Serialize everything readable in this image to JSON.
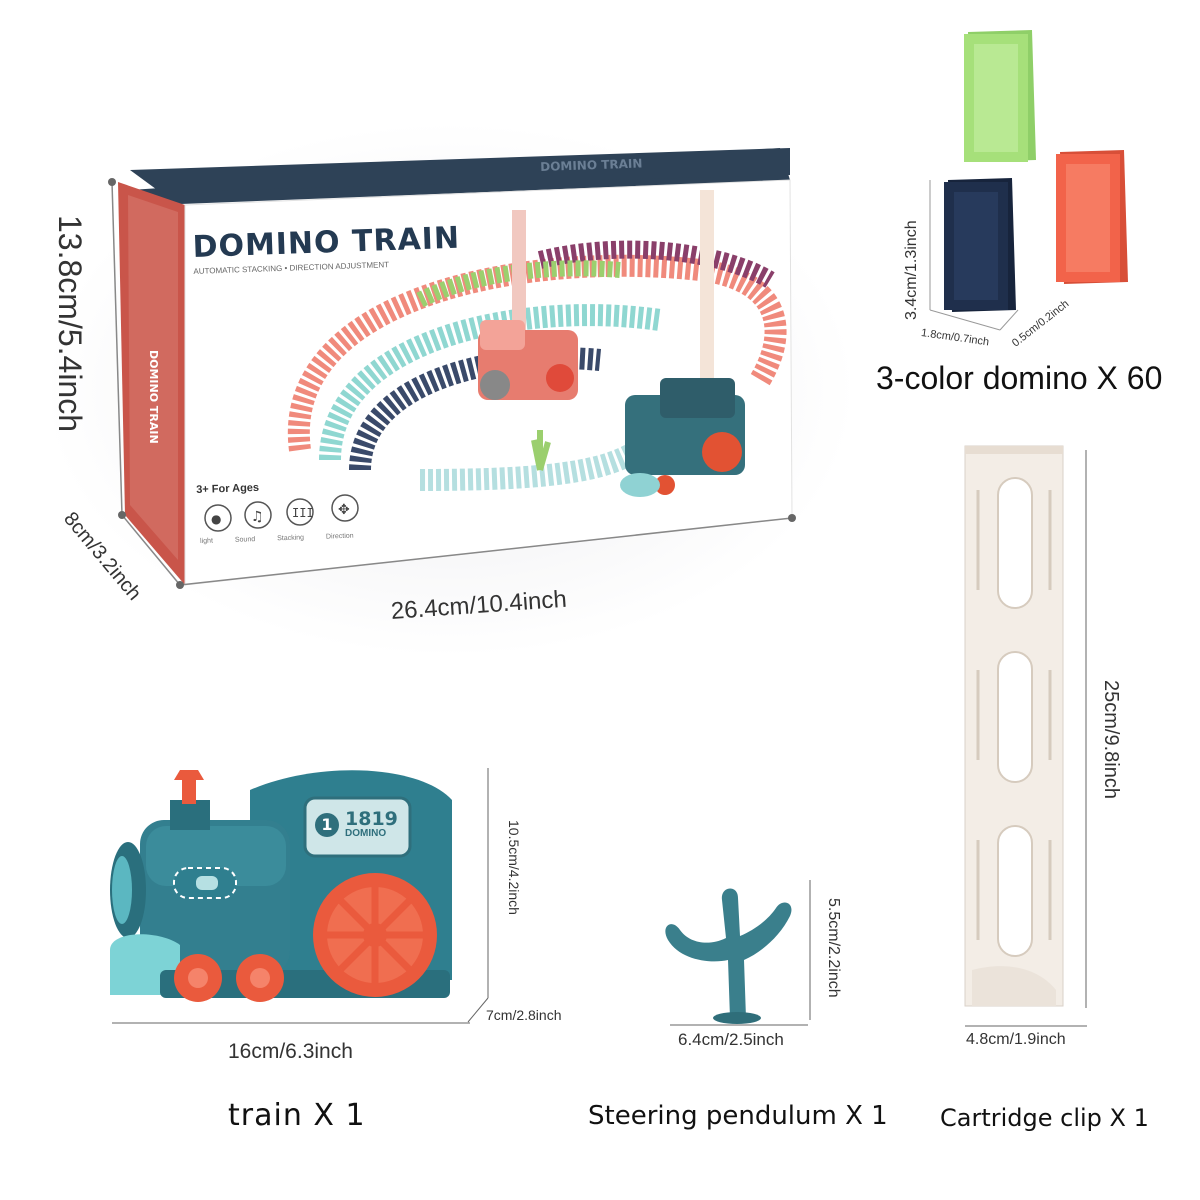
{
  "box": {
    "title": "DOMINO TRAIN",
    "subtitle": "AUTOMATIC STACKING • DIRECTION ADJUSTMENT",
    "age": "3+ For Ages",
    "side_title": "DOMINO TRAIN",
    "features": [
      "light",
      "Sound",
      "Stacking",
      "Direction"
    ],
    "height_label": "13.8cm/5.4inch",
    "depth_label": "8cm/3.2inch",
    "width_label": "26.4cm/10.4inch",
    "colors": {
      "front": "#ffffff",
      "top": "#2e4257",
      "side": "#c9554a"
    }
  },
  "dominoes": {
    "height_label": "3.4cm/1.3inch",
    "width_label": "1.8cm/0.7inch",
    "thickness_label": "0.5cm/0.2inch",
    "caption": "3-color domino X 60",
    "colors": [
      "#a6e07a",
      "#1f2f4c",
      "#f2634a"
    ]
  },
  "clip": {
    "height_label": "25cm/9.8inch",
    "width_label": "4.8cm/1.9inch",
    "caption": "Cartridge clip X 1"
  },
  "train": {
    "plate_number": "1",
    "plate_text": "1819",
    "plate_sub": "DOMINO",
    "height_label": "10.5cm/4.2inch",
    "depth_label": "7cm/2.8inch",
    "length_label": "16cm/6.3inch",
    "caption": "train X 1",
    "colors": {
      "body": "#2f7f8f",
      "wheel": "#ea5a3d",
      "light": "#7dd3d6"
    }
  },
  "pendulum": {
    "height_label": "5.5cm/2.2inch",
    "width_label": "6.4cm/2.5inch",
    "caption": "Steering pendulum X 1",
    "color": "#3a7f8c"
  }
}
